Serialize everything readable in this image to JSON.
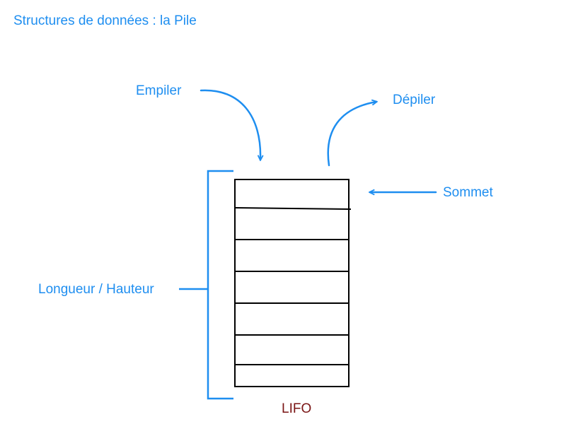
{
  "title": "Structures de données : la Pile",
  "labels": {
    "push": "Empiler",
    "pop": "Dépiler",
    "top": "Sommet",
    "length": "Longueur / Hauteur",
    "lifo": "LIFO"
  },
  "stack": {
    "cell_count": 7
  },
  "colors": {
    "accent": "#1e8ef0",
    "lifo": "#7a1414",
    "stack_outline": "#000000"
  }
}
